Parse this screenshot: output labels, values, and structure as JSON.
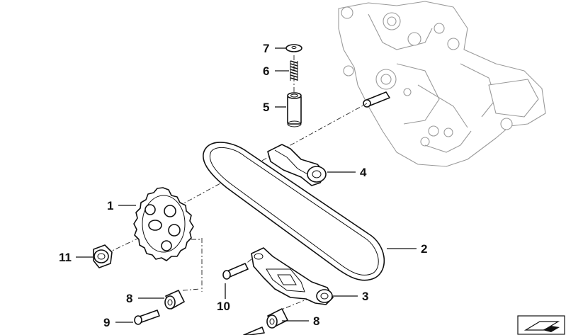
{
  "callouts": {
    "c1": "1",
    "c2": "2",
    "c3": "3",
    "c4": "4",
    "c5": "5",
    "c6": "6",
    "c7": "7",
    "c8a": "8",
    "c8b": "8",
    "c9": "9",
    "c10": "10",
    "c11": "11"
  },
  "icons": {
    "corner": "catalog-logo-icon"
  }
}
